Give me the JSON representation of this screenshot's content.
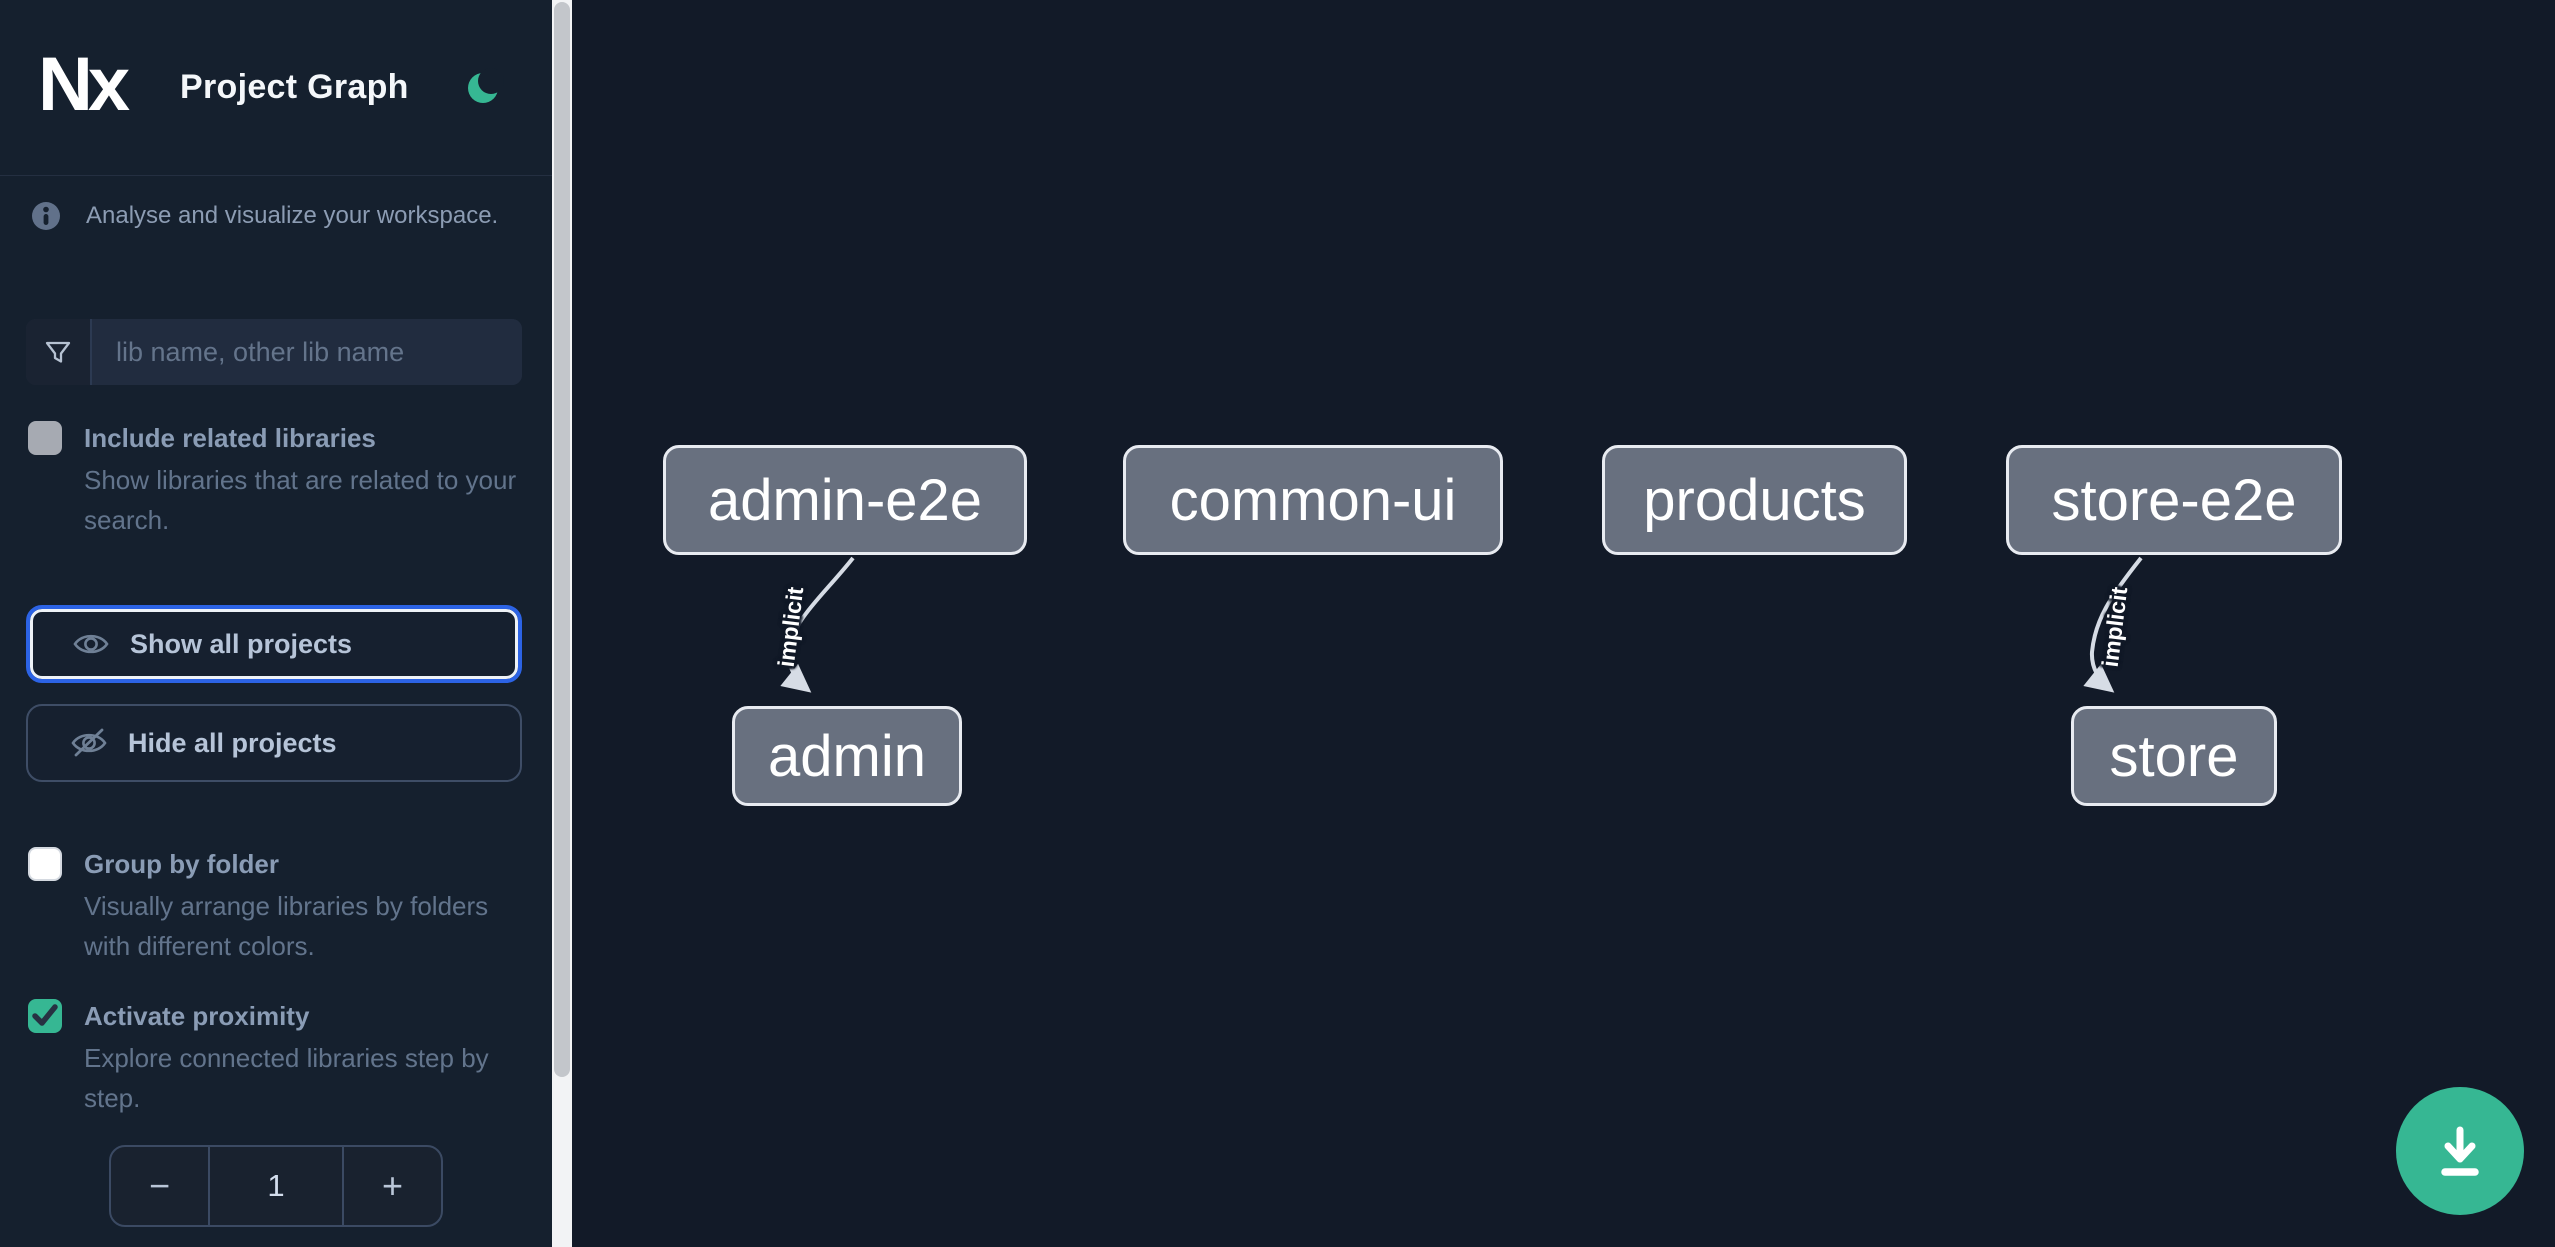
{
  "header": {
    "logo_text": "Nx",
    "title": "Project Graph"
  },
  "sidebar": {
    "intro": "Analyse and visualize your workspace.",
    "search_placeholder": "lib name, other lib name",
    "include_related": {
      "label": "Include related libraries",
      "description": "Show libraries that are related to your search.",
      "checked": false
    },
    "show_all_label": "Show all projects",
    "hide_all_label": "Hide all projects",
    "group_by_folder": {
      "label": "Group by folder",
      "description": "Visually arrange libraries by folders with different colors.",
      "checked": false
    },
    "activate_proximity": {
      "label": "Activate proximity",
      "description": "Explore connected libraries step by step.",
      "checked": true
    },
    "proximity_stepper": {
      "decrement": "−",
      "value": "1",
      "increment": "+"
    }
  },
  "graph": {
    "nodes": [
      {
        "id": "admin-e2e",
        "label": "admin-e2e"
      },
      {
        "id": "common-ui",
        "label": "common-ui"
      },
      {
        "id": "products",
        "label": "products"
      },
      {
        "id": "store-e2e",
        "label": "store-e2e"
      },
      {
        "id": "admin",
        "label": "admin"
      },
      {
        "id": "store",
        "label": "store"
      }
    ],
    "edges": [
      {
        "source": "admin-e2e",
        "target": "admin",
        "label": "implicit"
      },
      {
        "source": "store-e2e",
        "target": "store",
        "label": "implicit"
      }
    ]
  },
  "fab": {
    "icon": "download"
  },
  "colors": {
    "accent_green": "#36b793",
    "focus_blue": "#2c63e5",
    "sidebar_bg": "#15202e",
    "canvas_bg": "#121a28",
    "node_fill": "#68707f",
    "node_border": "#e8ebf1",
    "edge": "#d6dce5"
  }
}
